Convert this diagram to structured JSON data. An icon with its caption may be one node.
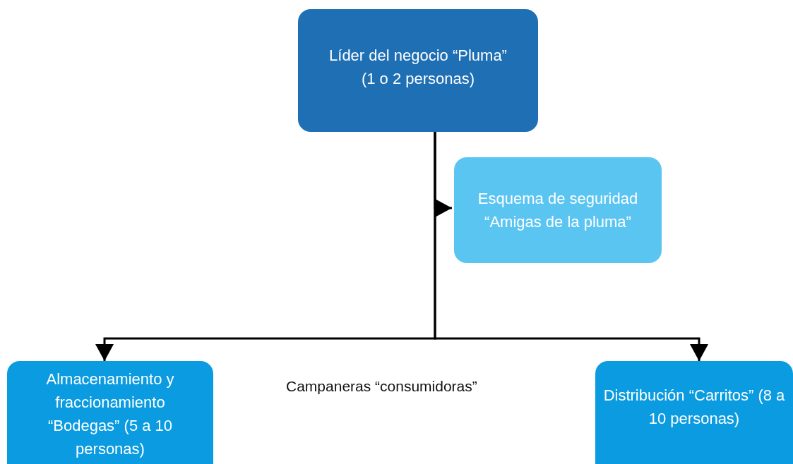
{
  "diagram": {
    "nodes": [
      {
        "text": [
          "Líder del negocio “Pluma” (1 o 2 personas)"
        ]
      },
      {
        "text": [
          "Esquema de seguridad “Amigas de la pluma”"
        ]
      },
      {
        "text": [
          "Almacenamiento y fraccionamiento “Bodegas” (5 a 10 personas)"
        ]
      },
      {
        "text": [
          "Distribución “Carritos” (8 a 10 personas)"
        ]
      }
    ],
    "edges": [
      {
        "from": 0,
        "to": 1,
        "arrow": "to"
      },
      {
        "from": 0,
        "to": 2,
        "arrow": "to"
      },
      {
        "from": 0,
        "to": 3,
        "arrow": "to"
      }
    ],
    "labels": [
      "Campaneras “consumidoras”"
    ]
  }
}
